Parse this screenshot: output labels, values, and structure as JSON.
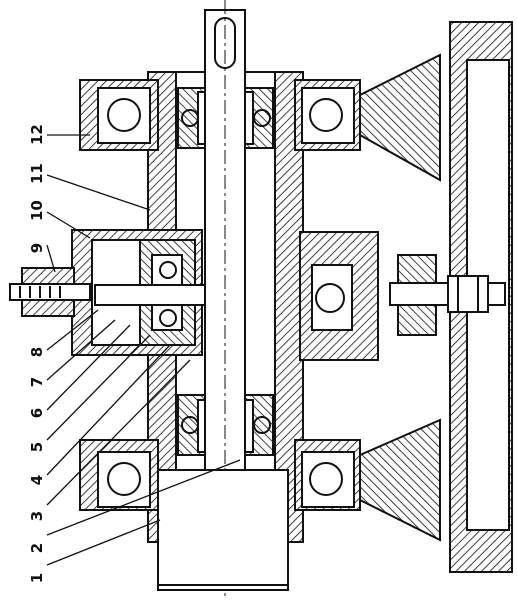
{
  "drawing": {
    "labels": [
      "1",
      "2",
      "3",
      "4",
      "5",
      "6",
      "7",
      "8",
      "9",
      "10",
      "11",
      "12"
    ]
  }
}
